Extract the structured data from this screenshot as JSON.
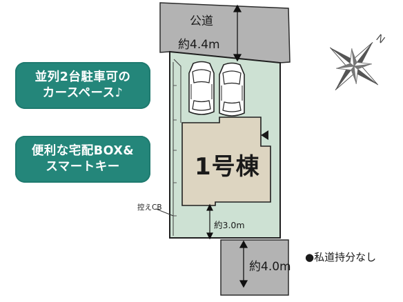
{
  "callouts": {
    "parking": [
      "並列2台駐車可の",
      "カースペース♪"
    ],
    "delivery": [
      "便利な宅配BOX&",
      "スマートキー"
    ]
  },
  "road": {
    "title": "公道",
    "width": "約4.4m"
  },
  "building": {
    "label": "1号棟"
  },
  "setback": "約3.0m",
  "cb_label": "控えCB",
  "private_road": {
    "width": "約4.0m",
    "note": "●私道持分なし"
  },
  "compass": {
    "north_label": "N"
  },
  "colors": {
    "lot": "#cde1d3",
    "road": "#b3b3b3",
    "building": "#ddd5c1",
    "callout": "#24867a",
    "outline": "#222222"
  }
}
